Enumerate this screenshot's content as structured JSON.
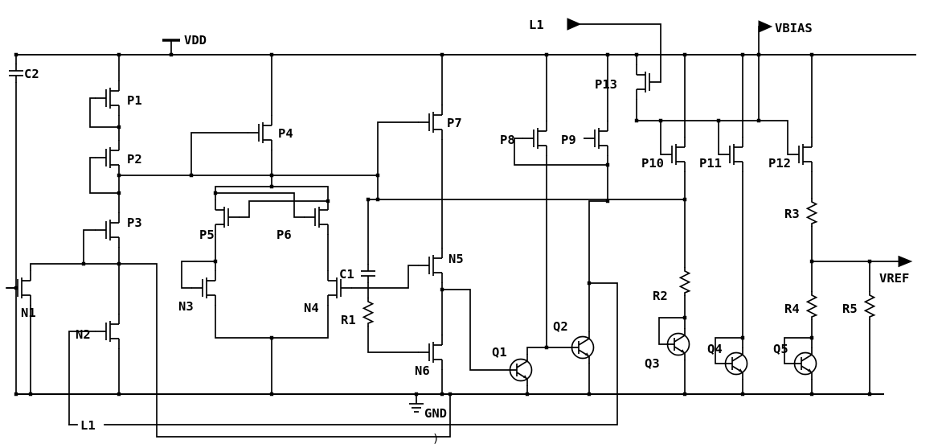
{
  "diagram": {
    "kind": "analog-circuit-schematic",
    "subject": "CMOS bandgap voltage reference with bias output"
  },
  "nets": {
    "supply": "VDD",
    "ground": "GND",
    "bias_output": "VBIAS",
    "reference_output": "VREF",
    "enable_line": "L1"
  },
  "labels": {
    "VDD": "VDD",
    "GND": "GND",
    "VBIAS": "VBIAS",
    "VREF": "VREF",
    "L1_TOP": "L1",
    "L1_BOTTOM": "L1",
    "C1": "C1",
    "C2": "C2",
    "P1": "P1",
    "P2": "P2",
    "P3": "P3",
    "P4": "P4",
    "P5": "P5",
    "P6": "P6",
    "P7": "P7",
    "P8": "P8",
    "P9": "P9",
    "P10": "P10",
    "P11": "P11",
    "P12": "P12",
    "P13": "P13",
    "N1": "N1",
    "N2": "N2",
    "N3": "N3",
    "N4": "N4",
    "N5": "N5",
    "N6": "N6",
    "Q1": "Q1",
    "Q2": "Q2",
    "Q3": "Q3",
    "Q4": "Q4",
    "Q5": "Q5",
    "R1": "R1",
    "R2": "R2",
    "R3": "R3",
    "R4": "R4",
    "R5": "R5",
    "caption_mark": ")"
  },
  "components": [
    {
      "id": "C2",
      "type": "capacitor"
    },
    {
      "id": "C1",
      "type": "capacitor"
    },
    {
      "id": "P1",
      "type": "pmos"
    },
    {
      "id": "P2",
      "type": "pmos"
    },
    {
      "id": "P3",
      "type": "pmos"
    },
    {
      "id": "P4",
      "type": "pmos"
    },
    {
      "id": "P5",
      "type": "pmos"
    },
    {
      "id": "P6",
      "type": "pmos"
    },
    {
      "id": "P7",
      "type": "pmos"
    },
    {
      "id": "P8",
      "type": "pmos"
    },
    {
      "id": "P9",
      "type": "pmos"
    },
    {
      "id": "P10",
      "type": "pmos"
    },
    {
      "id": "P11",
      "type": "pmos"
    },
    {
      "id": "P12",
      "type": "pmos"
    },
    {
      "id": "P13",
      "type": "pmos"
    },
    {
      "id": "N1",
      "type": "nmos"
    },
    {
      "id": "N2",
      "type": "nmos"
    },
    {
      "id": "N3",
      "type": "nmos"
    },
    {
      "id": "N4",
      "type": "nmos"
    },
    {
      "id": "N5",
      "type": "nmos"
    },
    {
      "id": "N6",
      "type": "nmos"
    },
    {
      "id": "Q1",
      "type": "npn-bjt"
    },
    {
      "id": "Q2",
      "type": "npn-bjt"
    },
    {
      "id": "Q3",
      "type": "npn-bjt"
    },
    {
      "id": "Q4",
      "type": "npn-bjt"
    },
    {
      "id": "Q5",
      "type": "npn-bjt"
    },
    {
      "id": "R1",
      "type": "resistor"
    },
    {
      "id": "R2",
      "type": "resistor"
    },
    {
      "id": "R3",
      "type": "resistor"
    },
    {
      "id": "R4",
      "type": "resistor"
    },
    {
      "id": "R5",
      "type": "resistor"
    }
  ]
}
